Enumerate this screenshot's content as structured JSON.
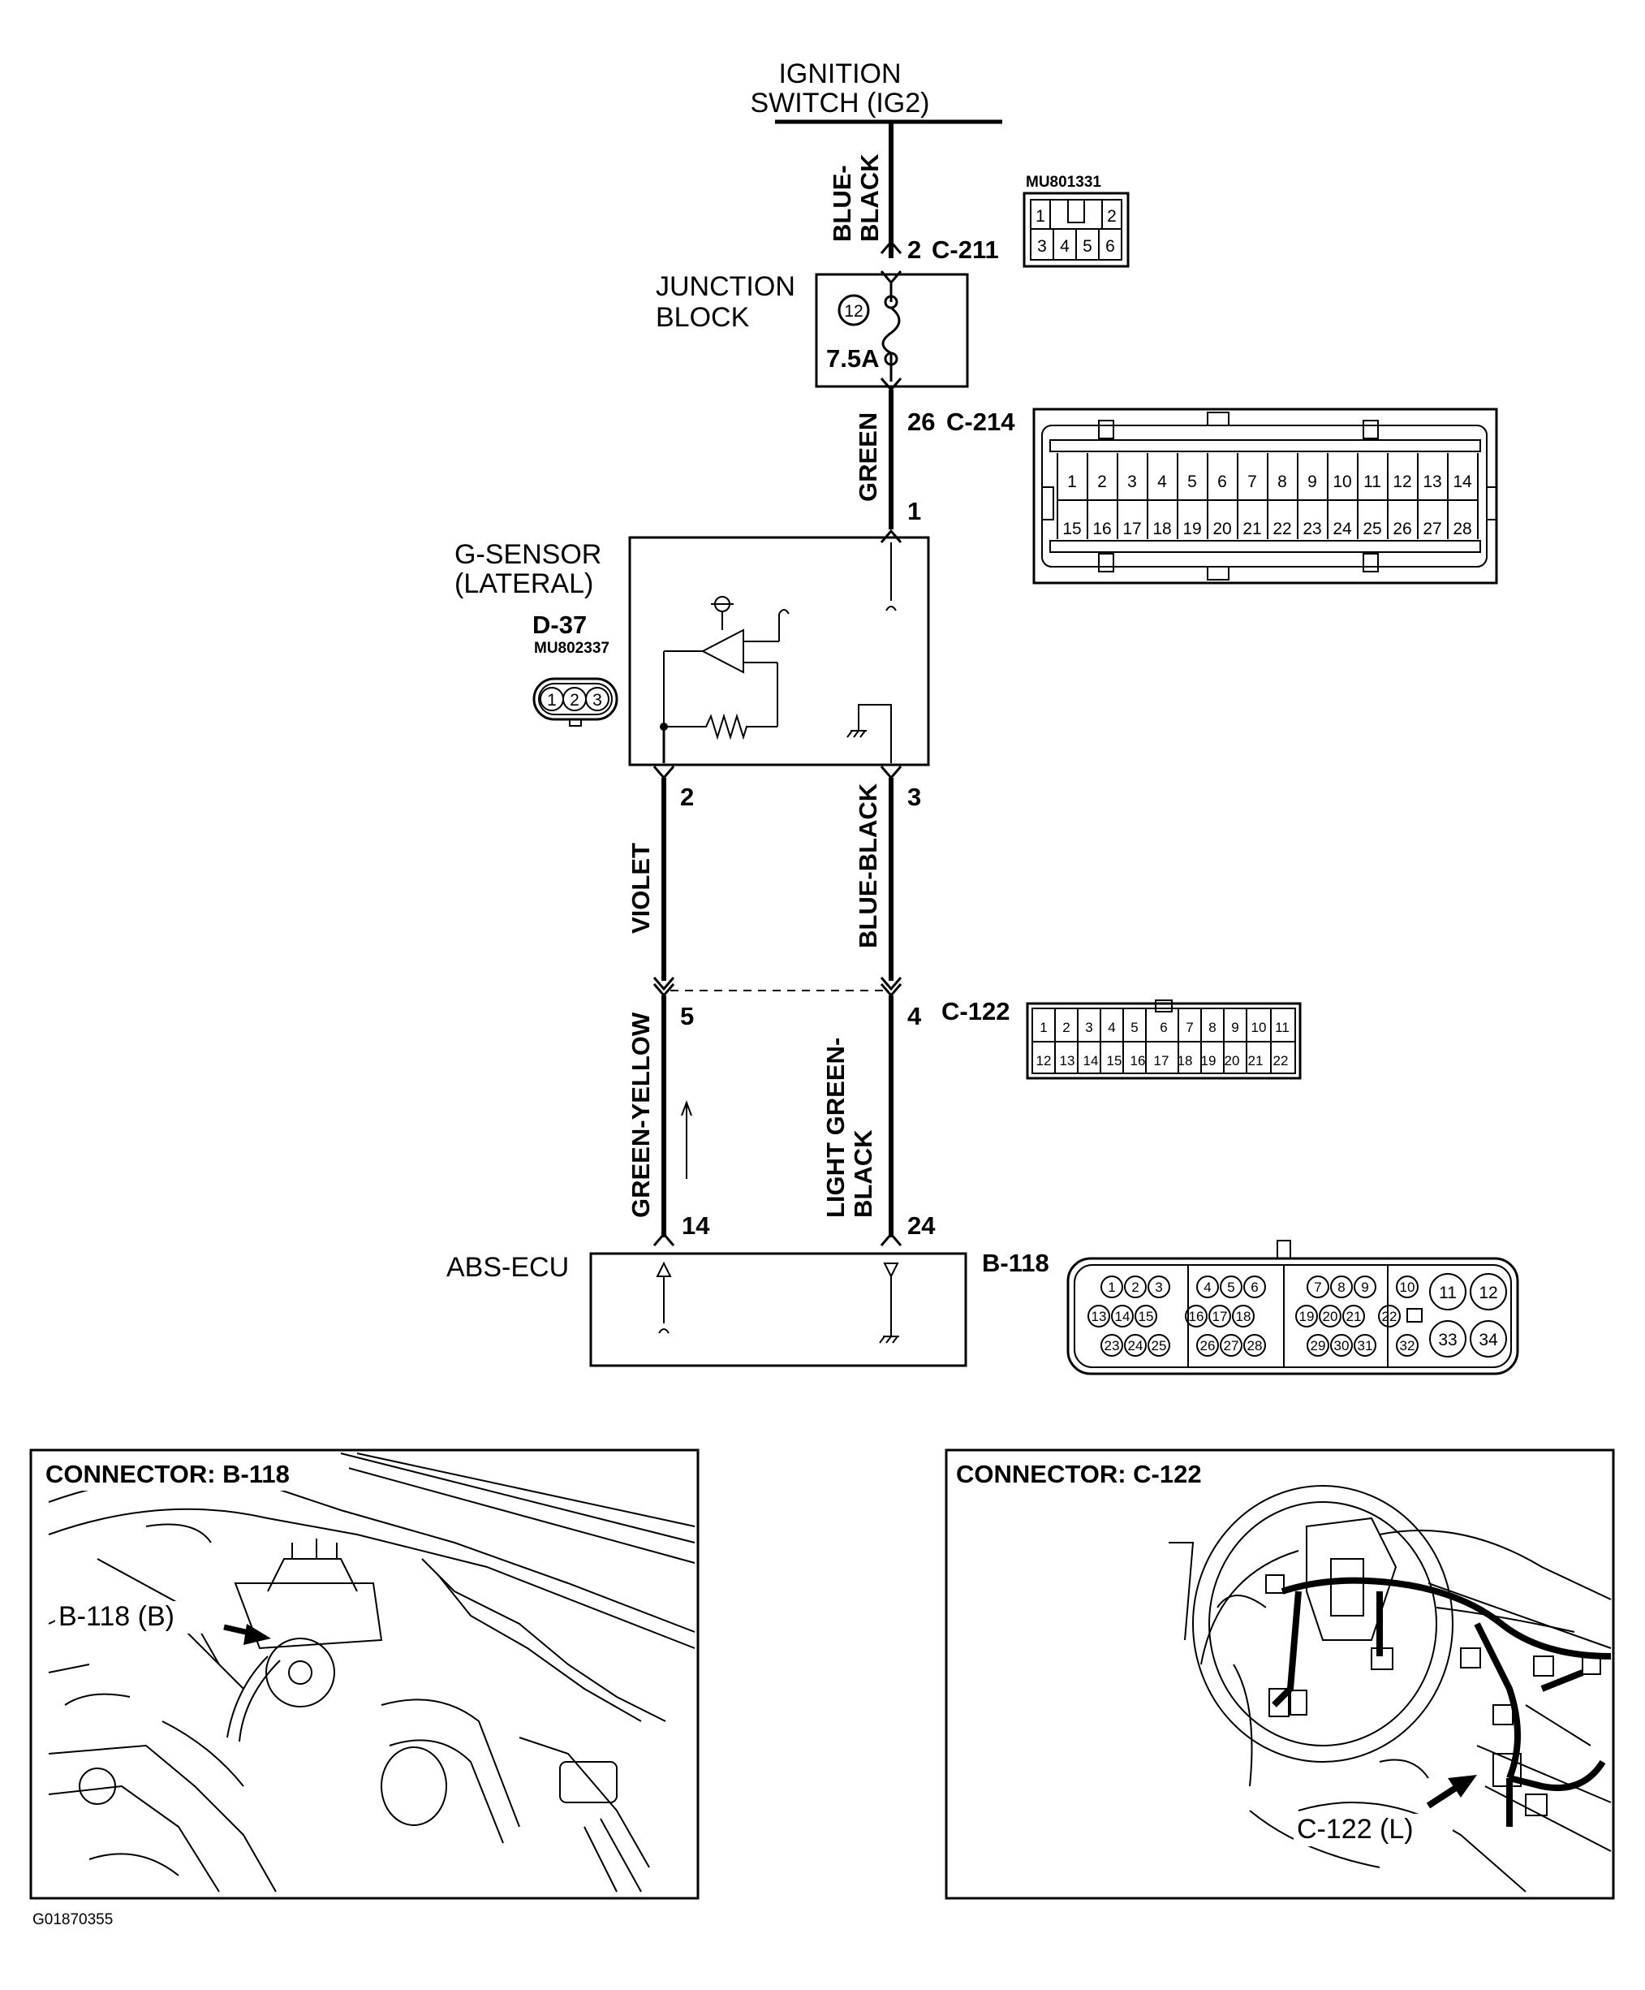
{
  "source": {
    "line1": "IGNITION",
    "line2": "SWITCH (IG2)"
  },
  "junction_block": {
    "line1": "JUNCTION",
    "line2": "BLOCK",
    "fuse_number": "12",
    "fuse_rating": "7.5A"
  },
  "g_sensor": {
    "line1": "G-SENSOR",
    "line2": "(LATERAL)",
    "connector": "D-37",
    "part_number": "MU802337",
    "pins": [
      "1",
      "2",
      "3"
    ]
  },
  "abs_ecu": {
    "label": "ABS-ECU"
  },
  "wires": {
    "w1": {
      "line1": "BLUE-",
      "line2": "BLACK"
    },
    "w2": "GREEN",
    "w3": "VIOLET",
    "w4": "BLUE-BLACK",
    "w5": "GREEN-YELLOW",
    "w6": {
      "line1": "LIGHT GREEN-",
      "line2": "BLACK"
    }
  },
  "pins": {
    "c211_pin": "2",
    "c211": "C-211",
    "c214_pin": "26",
    "c214": "C-214",
    "d37_pin1": "1",
    "d37_pin2": "2",
    "d37_pin3": "3",
    "c122_pin5": "5",
    "c122_pin4": "4",
    "c122": "C-122",
    "b118_pin14": "14",
    "b118_pin24": "24",
    "b118": "B-118"
  },
  "connector_c211": {
    "part_number": "MU801331",
    "top_row": [
      "1",
      "",
      "2"
    ],
    "bottom_row": [
      "3",
      "4",
      "5",
      "6"
    ]
  },
  "connector_c214": {
    "top_row": [
      "1",
      "2",
      "3",
      "4",
      "5",
      "6",
      "7",
      "8",
      "9",
      "10",
      "11",
      "12",
      "13",
      "14"
    ],
    "bottom_row": [
      "15",
      "16",
      "17",
      "18",
      "19",
      "20",
      "21",
      "22",
      "23",
      "24",
      "25",
      "26",
      "27",
      "28"
    ]
  },
  "connector_c122": {
    "top_row": [
      "1",
      "2",
      "3",
      "4",
      "5",
      "6",
      "7",
      "8",
      "9",
      "10",
      "11"
    ],
    "bottom_row": [
      "12",
      "13",
      "14",
      "15",
      "16",
      "17",
      "18",
      "19",
      "20",
      "21",
      "22"
    ]
  },
  "connector_b118": {
    "row1": [
      "1",
      "2",
      "3",
      "4",
      "5",
      "6",
      "7",
      "8",
      "9",
      "10"
    ],
    "row2": [
      "13",
      "14",
      "15",
      "16",
      "17",
      "18",
      "19",
      "20",
      "21",
      "22"
    ],
    "row3": [
      "23",
      "24",
      "25",
      "26",
      "27",
      "28",
      "29",
      "30",
      "31",
      "32"
    ],
    "large": [
      "11",
      "12",
      "33",
      "34"
    ]
  },
  "location_boxes": {
    "left": {
      "title": "CONNECTOR: B-118",
      "callout": "B-118 (B)"
    },
    "right": {
      "title": "CONNECTOR: C-122",
      "callout": "C-122 (L)"
    }
  },
  "figure_id": "G01870355"
}
